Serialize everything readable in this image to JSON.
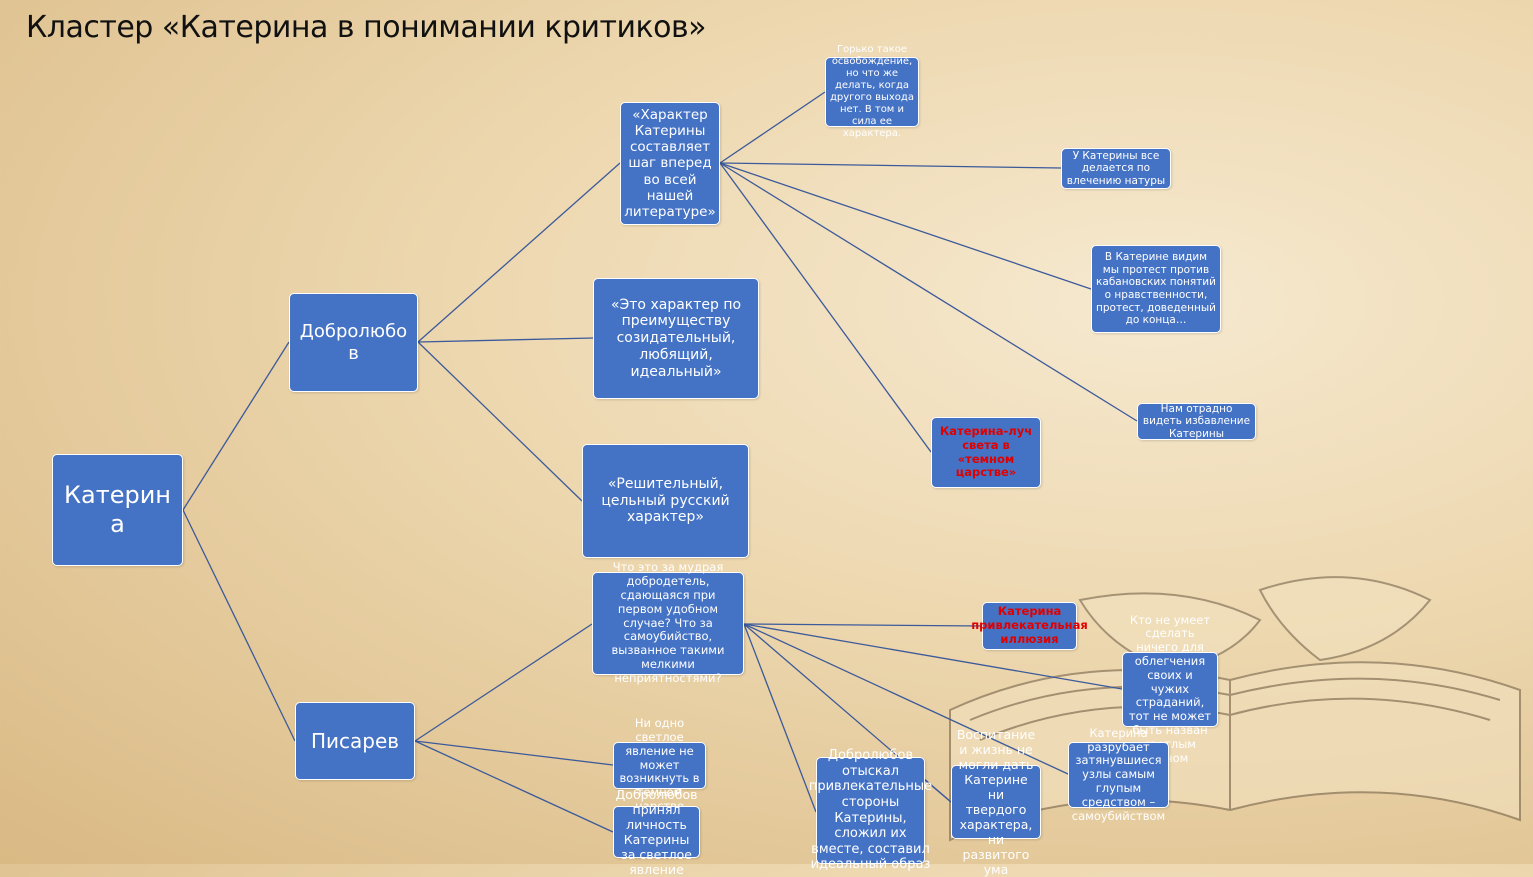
{
  "title": "Кластер «Катерина в понимании критиков»",
  "nodes": {
    "root": "Катерин а",
    "dobrolyubov": "Добролюбо в",
    "pisarev": "Писарев",
    "d_character_step": "«Характер Катерины составляет шаг вперед во всей нашей литературе»",
    "d_creative": "«Это характер по преимуществу созидательный, любящий, идеальный»",
    "d_decisive": "«Решительный, цельный русский характер»",
    "d_bitter_release": "Горько такое освобождение, но что же делать, когда другого выхода нет. В том и сила ее характера.",
    "d_nature": "У Катерины все делается по влечению натуры",
    "d_protest": "В Катерине видим мы протест против кабановских понятий о нравственности, протест, доведенный до конца…",
    "d_ray": "Катерина-луч света в «темном царстве»",
    "d_glad": "Нам отрадно видеть избавление Катерины",
    "p_virtue": "Что это за мудрая добродетель, сдающаяся при первом удобном случае? Что за самоубийство, вызванное такими мелкими неприятностями?",
    "p_illusion": "Катерина привлекательная иллюзия",
    "p_not_able": "Кто не умеет сделать ничего для облегчения своих и чужих страданий, тот не может быть назван светлым лучом",
    "p_no_bright": "Ни одно светлое явление не может возникнуть в темном царстве",
    "p_personality": "Добролюбов принял личность Катерины за светлое явление",
    "p_dob_found": "Добролюбов отыскал привлекательные стороны Катерины, сложил их вместе, составил идеальный образ",
    "p_upbringing": "Воспитание и жизнь не могли дать Катерине ни твердого характера, ни развитого ума",
    "p_cuts": "Катерина разрубает затянувшиеся узлы самым глупым средством – самоубийством"
  },
  "colors": {
    "node_fill": "#4472c4",
    "node_border": "#ffffff",
    "edge": "#3c5a9a",
    "highlight_text": "#e00000",
    "title_text": "#111111"
  }
}
